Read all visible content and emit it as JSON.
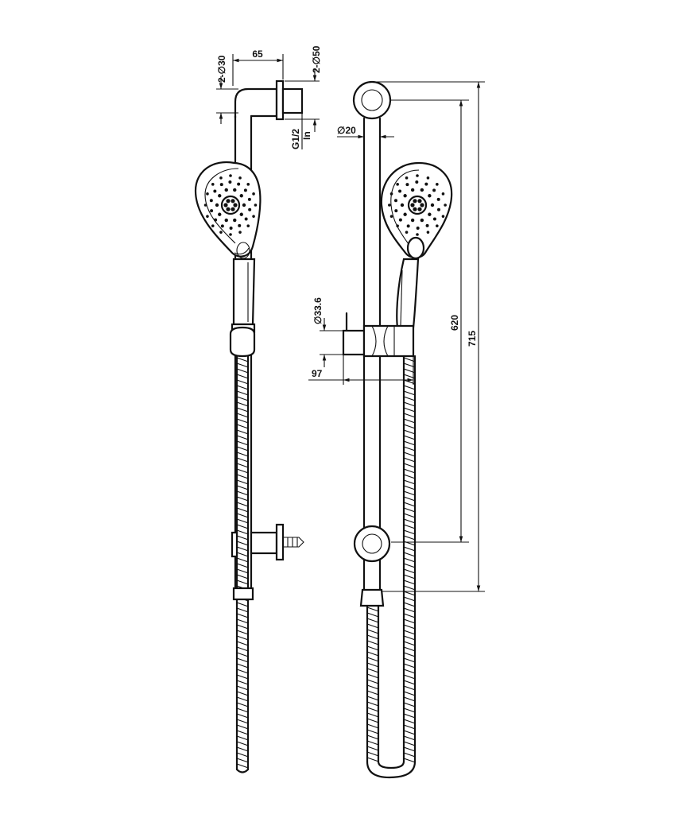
{
  "dimensions": {
    "bracket_offset": "65",
    "small_dia": "2-∅30",
    "large_dia": "2-∅50",
    "inlet": "G1/2",
    "inlet_suffix": "In",
    "rail_dia": "∅20",
    "holder_dia": "∅33.6",
    "holder_projection": "97",
    "bracket_spacing": "620",
    "overall_height": "715"
  }
}
